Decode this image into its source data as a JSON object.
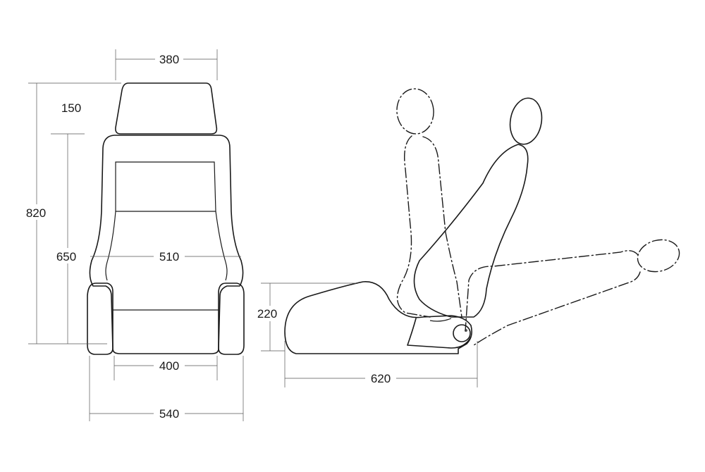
{
  "dimensions": {
    "headrest_width": "380",
    "headrest_height": "150",
    "total_height": "820",
    "backrest_height": "650",
    "shoulder_width": "510",
    "seat_height": "220",
    "seat_width_inner": "400",
    "seat_width_outer": "540",
    "seat_depth": "620"
  }
}
